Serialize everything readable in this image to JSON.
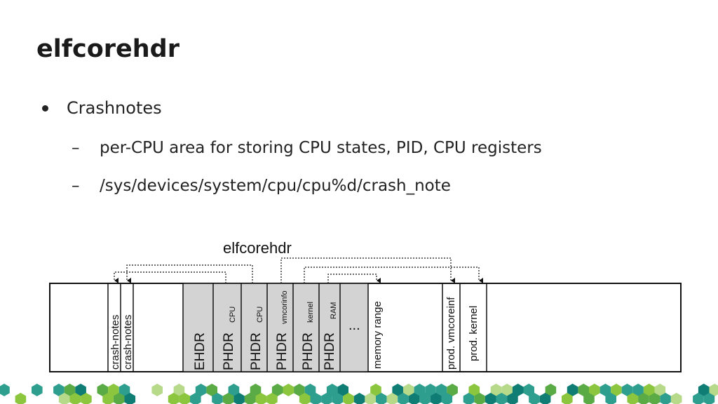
{
  "slide": {
    "title": "elfcorehdr",
    "bullet": "Crashnotes",
    "subs": [
      {
        "dash": "–",
        "text": "per-CPU area for storing CPU states, PID, CPU registers"
      },
      {
        "dash": "–",
        "text": "/sys/devices/system/cpu/cpu%d/crash_note"
      }
    ]
  },
  "diagram": {
    "title": "elfcorehdr",
    "cells": {
      "crash1": "crash-notes",
      "crash2": "crash-notes",
      "ehdr": "EHDR",
      "phdr1": "PHDR",
      "phdr1_sub": "CPU",
      "phdr2": "PHDR",
      "phdr2_sub": "CPU",
      "phdr3": "PHDR",
      "phdr3_sub": "vmcorinfo",
      "phdr4": "PHDR",
      "phdr4_sub": "kernel",
      "phdr5": "PHDR",
      "phdr5_sub": "RAM",
      "ellipsis": "...",
      "memrange": "memory range",
      "vmcoreinf": "prod. vmcoreinf",
      "kernel": "prod. kernel"
    },
    "colors": {
      "header_fill": "#d3d3d3",
      "outline": "#111111"
    }
  },
  "footer": {
    "pattern": "hexagon-strip",
    "colors": [
      "#8cc63f",
      "#5aaa46",
      "#2e9e8f",
      "#0f7d74",
      "#b7d98a"
    ]
  }
}
